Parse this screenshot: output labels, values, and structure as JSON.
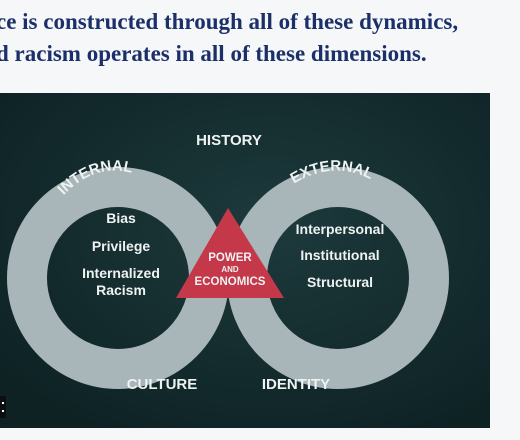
{
  "heading": {
    "line1": "ce is constructed through all of these dynamics,",
    "line2": "d racism operates in all of these dimensions."
  },
  "diagram": {
    "top_label": "HISTORY",
    "left_arc_label": "INTERNAL",
    "right_arc_label": "EXTERNAL",
    "left_items": [
      "Bias",
      "Privilege",
      "Internalized",
      "Racism"
    ],
    "right_items": [
      "Interpersonal",
      "Institutional",
      "Structural"
    ],
    "center": {
      "line1": "POWER",
      "line2": "AND",
      "line3": "ECONOMICS"
    },
    "bottom_left_label": "CULTURE",
    "bottom_right_label": "IDENTITY"
  },
  "colors": {
    "heading": "#1b2f6b",
    "slide_bg": "#122a2c",
    "loop": "#a9b6b9",
    "triangle": "#c4384a",
    "text": "#eef2f2"
  }
}
